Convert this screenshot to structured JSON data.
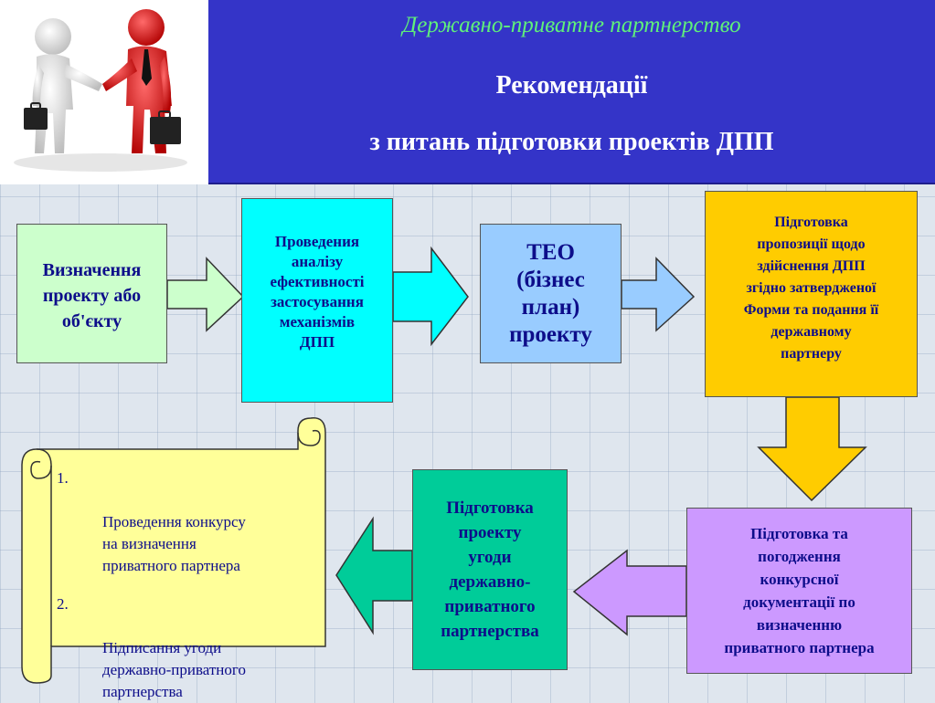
{
  "header": {
    "subtitle": "Державно-приватне партнерство",
    "title_line1": "Рекомендації",
    "title_line2": "з питань підготовки проектів ДПП"
  },
  "steps": [
    {
      "text": "Визначення\nпроекту або\nоб'єкту"
    },
    {
      "text": "Проведения\nаналізу\nефективності\nзастосування\nмеханізмів\nДПП"
    },
    {
      "text": "ТЕО\n(бізнес\nплан)\nпроекту"
    },
    {
      "text": "Підготовка\nпропозиції щодо\nздійснення ДПП\nзгідно затвердженої\nФорми та подання її\nдержавному\nпартнеру"
    },
    {
      "text": "Підготовка та\nпогодження\nконкурсної\nдокументації по\nвизначенню\nприватного партнера"
    },
    {
      "text": "Підготовка\nпроекту\nугоди\nдержавно-\nприватного\nпартнерства"
    }
  ],
  "scroll_items": [
    {
      "num": "1.",
      "text": "Проведення конкурсу\nна визначення\nприватного партнера"
    },
    {
      "num": "2.",
      "text": "Підписання угоди\nдержавно-приватного\nпартнерства"
    }
  ],
  "colors": {
    "header_bg": "#3434c8",
    "subtitle": "#5ff07a",
    "box_text": "#0d0d8a",
    "step1": "#ccffcc",
    "step2": "#00ffff",
    "step3": "#99ccff",
    "step4": "#ffcc00",
    "step5": "#cc99ff",
    "step6": "#00cc99",
    "scroll": "#ffff99"
  }
}
